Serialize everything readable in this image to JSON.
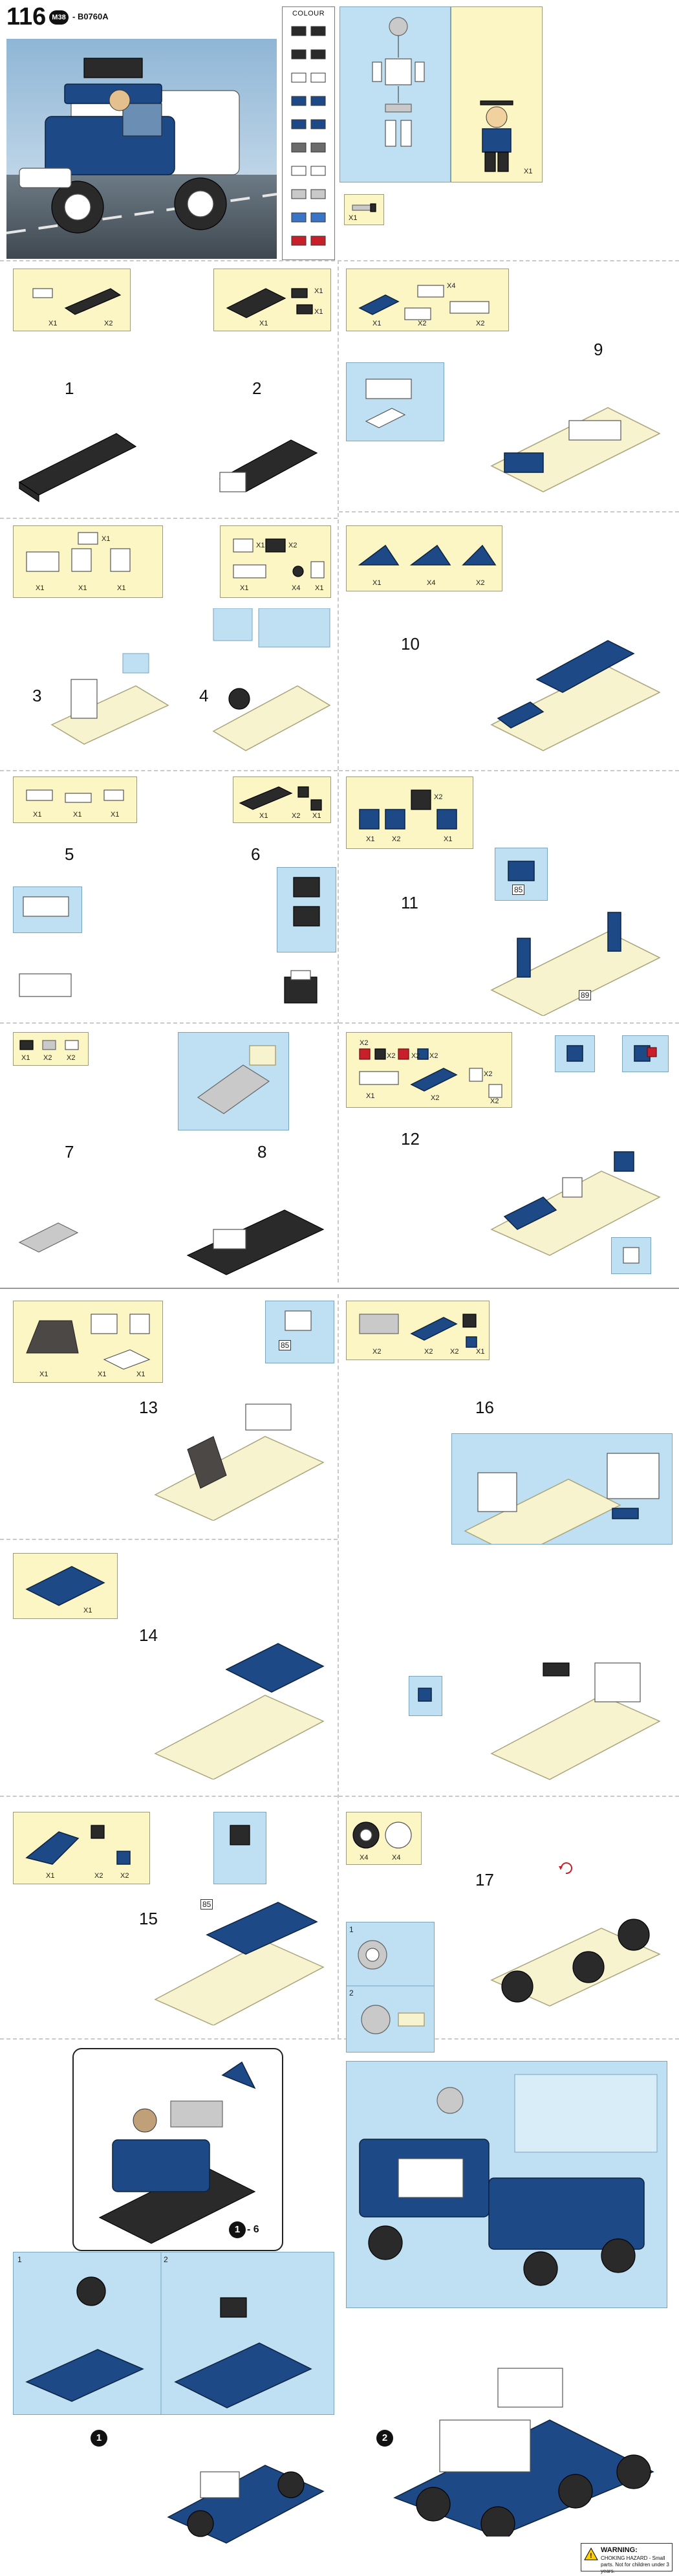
{
  "header": {
    "set_number": "116",
    "badge": "M38",
    "model_code": "- B0760A"
  },
  "colour_panel": {
    "title": "COLOUR",
    "swatches": [
      {
        "color": "#2a2a2a",
        "name": "black"
      },
      {
        "color": "#2a2a2a",
        "name": "black"
      },
      {
        "color": "#ffffff",
        "name": "white"
      },
      {
        "color": "#1d4a86",
        "name": "dark-blue"
      },
      {
        "color": "#1d4a86",
        "name": "dark-blue"
      },
      {
        "color": "#6b6b6b",
        "name": "dark-grey"
      },
      {
        "color": "#ffffff",
        "name": "white"
      },
      {
        "color": "#c9c9c9",
        "name": "light-grey"
      },
      {
        "color": "#3a74c4",
        "name": "blue"
      },
      {
        "color": "#c8202a",
        "name": "red"
      }
    ]
  },
  "minifig": {
    "qty": "X1",
    "accessory_qty": "X1"
  },
  "steps": [
    {
      "num": "1",
      "parts_qty": [
        "X1",
        "X2"
      ]
    },
    {
      "num": "2",
      "parts_qty": [
        "X1",
        "X1",
        "X1"
      ]
    },
    {
      "num": "3",
      "parts_qty": [
        "X1",
        "X1",
        "X1",
        "X1"
      ]
    },
    {
      "num": "4",
      "parts_qty": [
        "X1",
        "X2",
        "X1",
        "X4",
        "X1"
      ]
    },
    {
      "num": "5",
      "parts_qty": [
        "X1",
        "X1",
        "X1"
      ]
    },
    {
      "num": "6",
      "parts_qty": [
        "X1",
        "X2",
        "X1"
      ]
    },
    {
      "num": "7",
      "parts_qty": [
        "X1",
        "X2",
        "X2"
      ]
    },
    {
      "num": "8",
      "parts_qty": []
    },
    {
      "num": "9",
      "parts_qty": [
        "X4",
        "X1",
        "X2",
        "X2"
      ]
    },
    {
      "num": "10",
      "parts_qty": [
        "X1",
        "X4",
        "X2"
      ]
    },
    {
      "num": "11",
      "parts_qty": [
        "X2",
        "X1",
        "X2",
        "X1"
      ]
    },
    {
      "num": "12",
      "parts_qty": [
        "X2",
        "X2",
        "X2",
        "X1",
        "X2",
        "X2",
        "X2",
        "X2"
      ]
    },
    {
      "num": "13",
      "parts_qty": [
        "X1",
        "X1",
        "X1"
      ]
    },
    {
      "num": "14",
      "parts_qty": [
        "X1"
      ]
    },
    {
      "num": "15",
      "parts_qty": [
        "X1",
        "X2",
        "X2"
      ]
    },
    {
      "num": "16",
      "parts_qty": [
        "X2",
        "X2",
        "X2",
        "X1"
      ]
    },
    {
      "num": "17",
      "parts_qty": [
        "X4",
        "X4"
      ]
    }
  ],
  "step_labels": {
    "step_11_callout_a": "85",
    "step_11_callout_b": "89",
    "step_13_callout": "85",
    "step_15_callout": "85",
    "step_17_sub_1": "1",
    "step_17_sub_2": "2"
  },
  "combo": {
    "range_label": "1 - 6",
    "circle_1": "1",
    "circle_2": "2",
    "sub_1": "1",
    "sub_2": "2"
  },
  "warning": {
    "title": "WARNING:",
    "text": "CHOKING HAZARD - Small parts. Not for children under 3 years."
  }
}
